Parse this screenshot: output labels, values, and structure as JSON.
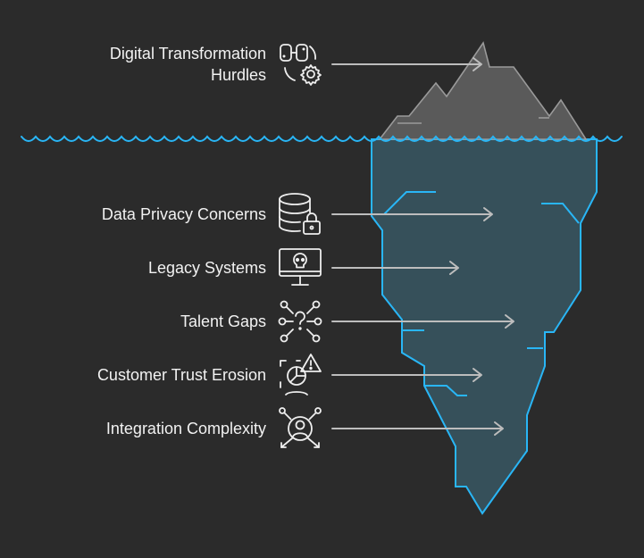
{
  "colors": {
    "background": "#2b2b2b",
    "water_line": "#29b6f6",
    "iceberg_top": "#5a5a5a",
    "iceberg_top_outline": "#9a9a9a",
    "iceberg_bottom": "#36505a",
    "text": "#f2f2f2",
    "icon_stroke": "#eeeeee",
    "arrow": "#bdbdbd"
  },
  "items": [
    {
      "id": "digital-transformation-hurdles",
      "label_lines": [
        "Digital Transformation",
        "Hurdles"
      ],
      "icon": "gear-connection-icon"
    },
    {
      "id": "data-privacy-concerns",
      "label": "Data Privacy Concerns",
      "icon": "database-lock-icon"
    },
    {
      "id": "legacy-systems",
      "label": "Legacy Systems",
      "icon": "monitor-skull-icon"
    },
    {
      "id": "talent-gaps",
      "label": "Talent Gaps",
      "icon": "network-question-icon"
    },
    {
      "id": "customer-trust-erosion",
      "label": "Customer Trust Erosion",
      "icon": "chart-warning-icon"
    },
    {
      "id": "integration-complexity",
      "label": "Integration Complexity",
      "icon": "user-arrows-icon"
    }
  ]
}
